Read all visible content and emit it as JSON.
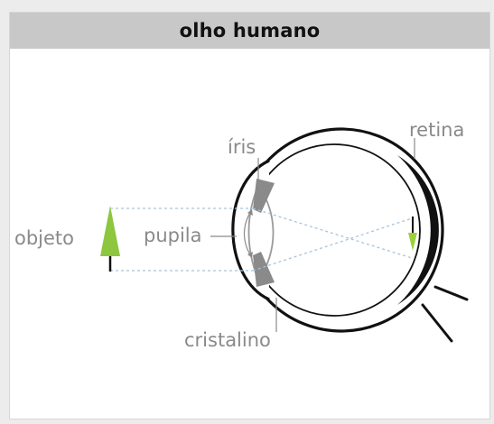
{
  "title": "olho humano",
  "labels": {
    "iris": "íris",
    "retina": "retina",
    "objeto": "objeto",
    "pupila": "pupila",
    "cristalino": "cristalino"
  },
  "colors": {
    "object_arrow": "#8dc63f",
    "image_arrow": "#9bcf3c",
    "outline": "#111111",
    "label_text": "#8a8a8a",
    "light_rays": "#a8c4dc",
    "iris_fill": "#8a8a8a",
    "title_bar": "#c8c8c8"
  }
}
